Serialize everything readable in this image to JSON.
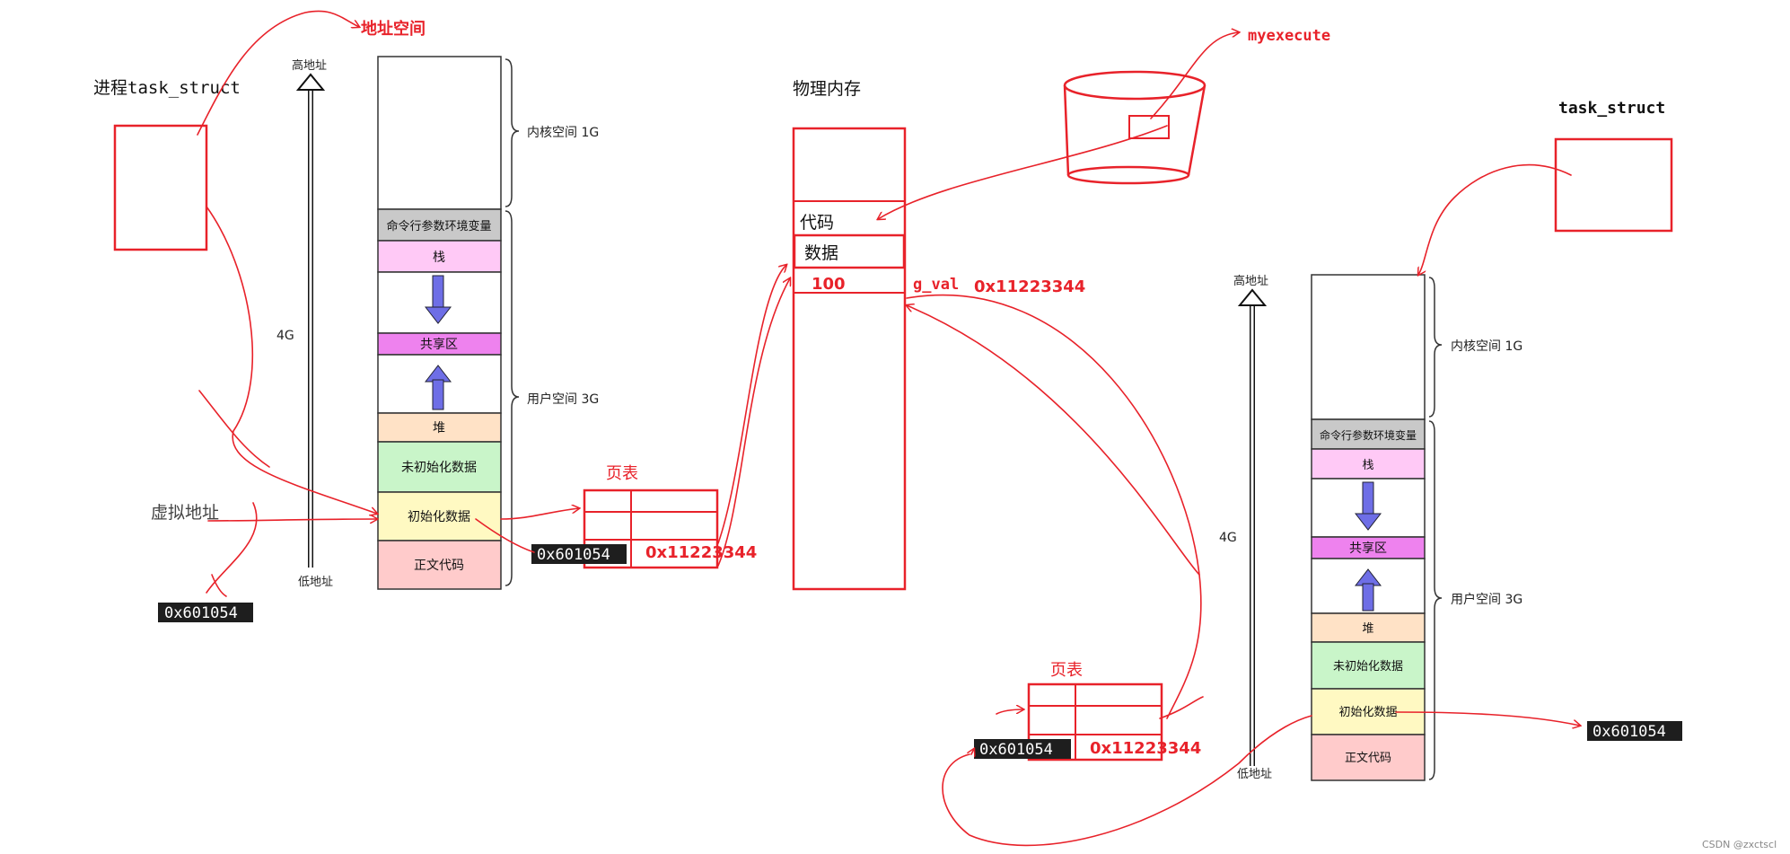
{
  "colors": {
    "annotation_red": "#e8222a",
    "seg_gray": "#c9c9c9",
    "seg_pink": "#ffc9f6",
    "seg_magenta": "#ee82ee",
    "seg_peach": "#ffe2c6",
    "seg_green": "#c9f5c9",
    "seg_yellow": "#fff9c2",
    "seg_rose": "#ffcbcb",
    "arrow_blue": "#6e6ee6",
    "address_box": "#1e1e1e"
  },
  "left": {
    "title": "进程task_struct",
    "address_space_label": "地址空间",
    "high_addr": "高地址",
    "low_addr": "低地址",
    "size_4g": "4G",
    "kernel_label": "内核空间 1G",
    "user_label": "用户空间 3G",
    "virtual_addr_label": "虚拟地址",
    "segments": [
      "命令行参数环境变量",
      "栈",
      "共享区",
      "堆",
      "未初始化数据",
      "初始化数据",
      "正文代码"
    ],
    "virtual_addr_value": "0x601054",
    "page_table_label": "页表",
    "page_table_virtual": "0x601054",
    "page_table_physical": "0x11223344"
  },
  "physical": {
    "title": "物理内存",
    "code_label": "代码",
    "data_label": "数据",
    "value": "100",
    "var_name": "g_val",
    "var_addr": "0x11223344"
  },
  "disk": {
    "label": "myexecute"
  },
  "right": {
    "title": "task_struct",
    "high_addr": "高地址",
    "low_addr": "低地址",
    "size_4g": "4G",
    "kernel_label": "内核空间 1G",
    "user_label": "用户空间 3G",
    "segments": [
      "命令行参数环境变量",
      "栈",
      "共享区",
      "堆",
      "未初始化数据",
      "初始化数据",
      "正文代码"
    ],
    "virtual_addr_value": "0x601054",
    "page_table_label": "页表",
    "page_table_virtual": "0x601054",
    "page_table_physical": "0x11223344"
  },
  "watermark": "CSDN @zxctscl"
}
